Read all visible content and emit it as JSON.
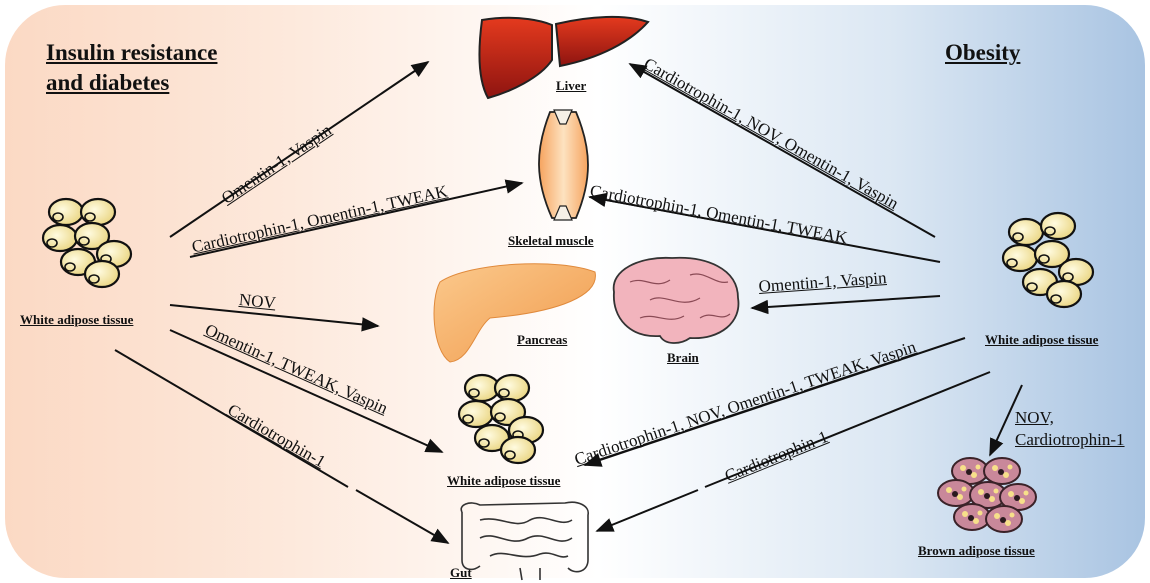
{
  "titles": {
    "left": "Insulin resistance and diabetes",
    "left_line1": "Insulin resistance",
    "left_line2": "and diabetes",
    "right": "Obesity"
  },
  "organs": {
    "liver": "Liver",
    "skeletal_muscle": "Skeletal muscle",
    "pancreas": "Pancreas",
    "brain": "Brain",
    "wat_center": "White adipose tissue",
    "gut": "Gut",
    "wat_left": "White adipose tissue",
    "wat_right": "White adipose tissue",
    "bat": "Brown adipose tissue"
  },
  "arrows_left": {
    "to_liver": "Omentin-1, Vaspin",
    "to_muscle": "Cardiotrophin-1, Omentin-1, TWEAK",
    "to_pancreas": "NOV",
    "to_wat": "Omentin-1, TWEAK, Vaspin",
    "to_gut": "Cardiotrophin-1"
  },
  "arrows_right": {
    "to_liver": "Cardiotrophin-1, NOV, Omentin-1, Vaspin",
    "to_muscle": "Cardiotrophin-1, Omentin-1, TWEAK",
    "to_brain": "Omentin-1, Vaspin",
    "to_wat": "Cardiotrophin-1, NOV, Omentin-1, TWEAK, Vaspin",
    "to_gut": "Cardiotrophin-1",
    "to_bat_line1": "NOV,",
    "to_bat_line2": "Cardiotrophin-1"
  },
  "colors": {
    "left_bg": "#fbd9c4",
    "right_bg": "#a9c4e2",
    "liver": "#c8261b",
    "fat_cell": "#f3e6a4",
    "pancreas": "#f6b46e",
    "brain": "#f2b4bd",
    "bat": "#c9889a"
  }
}
